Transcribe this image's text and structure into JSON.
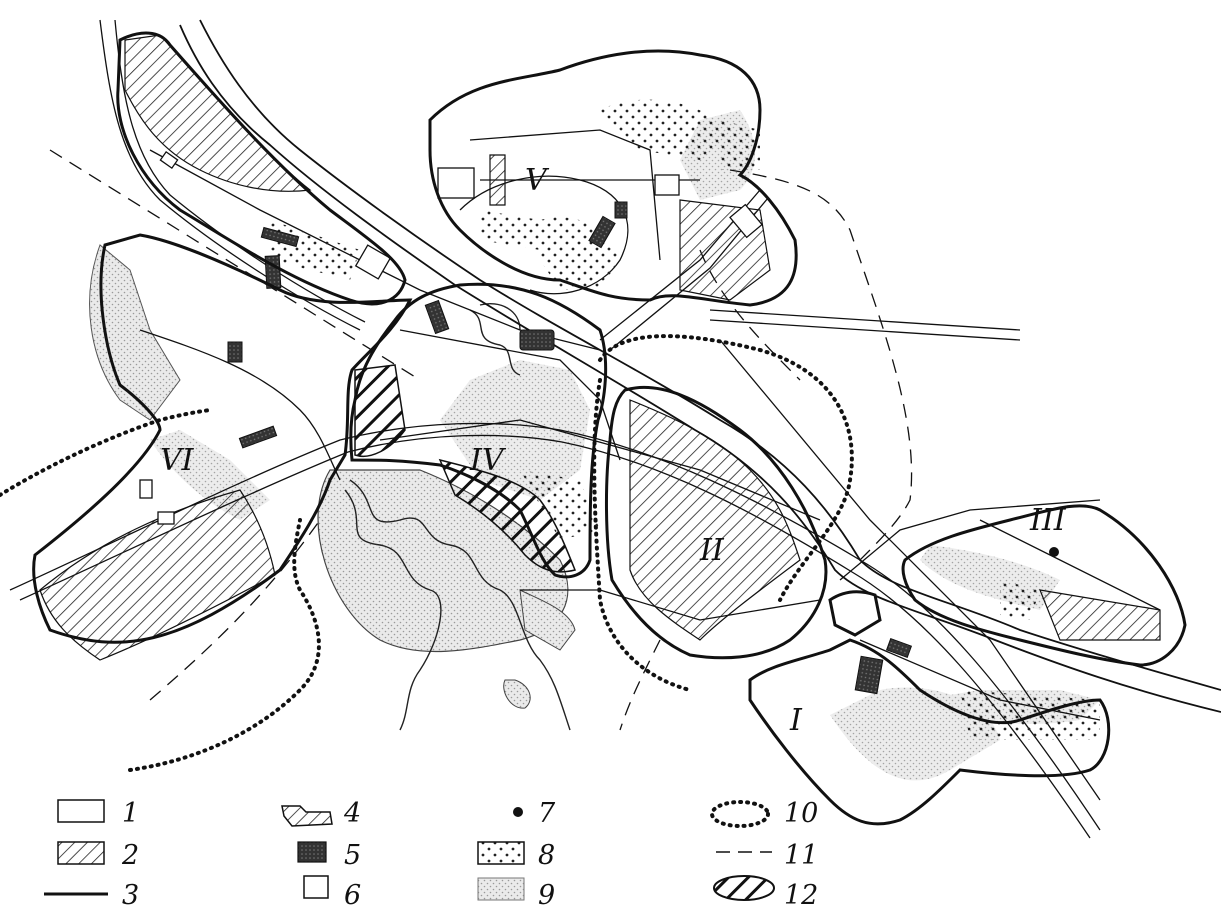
{
  "colors": {
    "ink": "#111111",
    "paper": "#ffffff",
    "stipple": "#b9b9b9"
  },
  "districts": [
    {
      "id": "I",
      "label": "I"
    },
    {
      "id": "II",
      "label": "II"
    },
    {
      "id": "III",
      "label": "III"
    },
    {
      "id": "IV",
      "label": "IV"
    },
    {
      "id": "V",
      "label": "V"
    },
    {
      "id": "VI",
      "label": "VI"
    }
  ],
  "legend": [
    {
      "num": "1",
      "symbol": "empty-rectangle"
    },
    {
      "num": "2",
      "symbol": "diagonal-hatch-rectangle"
    },
    {
      "num": "3",
      "symbol": "solid-line"
    },
    {
      "num": "4",
      "symbol": "hatched-polygon"
    },
    {
      "num": "5",
      "symbol": "dark-filled-rectangle"
    },
    {
      "num": "6",
      "symbol": "empty-rectangle"
    },
    {
      "num": "7",
      "symbol": "dot"
    },
    {
      "num": "8",
      "symbol": "coarse-dotted-rectangle"
    },
    {
      "num": "9",
      "symbol": "fine-stippled-rectangle"
    },
    {
      "num": "10",
      "symbol": "circle-dotted-line"
    },
    {
      "num": "11",
      "symbol": "dashed-line"
    },
    {
      "num": "12",
      "symbol": "bold-hatched-ellipse"
    }
  ]
}
